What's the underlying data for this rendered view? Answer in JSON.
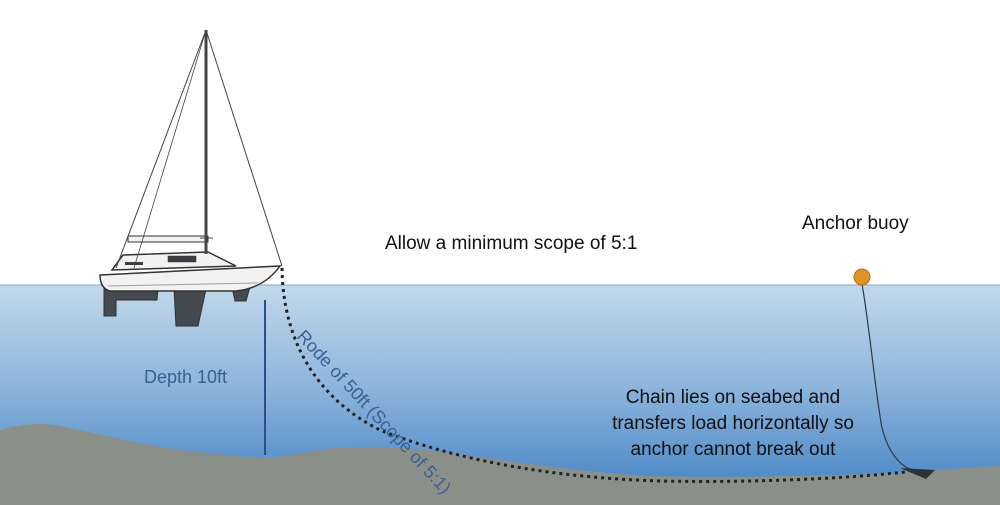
{
  "labels": {
    "scope_note": "Allow a minimum scope of 5:1",
    "anchor_buoy": "Anchor buoy",
    "depth": "Depth 10ft",
    "rode": "Rode of 50ft (Scope of 5:1)",
    "chain_line1": "Chain lies on seabed and",
    "chain_line2": "transfers load horizontally so",
    "chain_line3": "anchor cannot break out"
  },
  "colors": {
    "water_top": "#c2d8ea",
    "water_bottom": "#3f7fc3",
    "seabed": "#8a9089",
    "buoy": "#e0922a",
    "label_blue": "#3a6090",
    "depth_line": "#2b4f8a",
    "hull": "#f2f2f2",
    "keel": "#454a50"
  }
}
